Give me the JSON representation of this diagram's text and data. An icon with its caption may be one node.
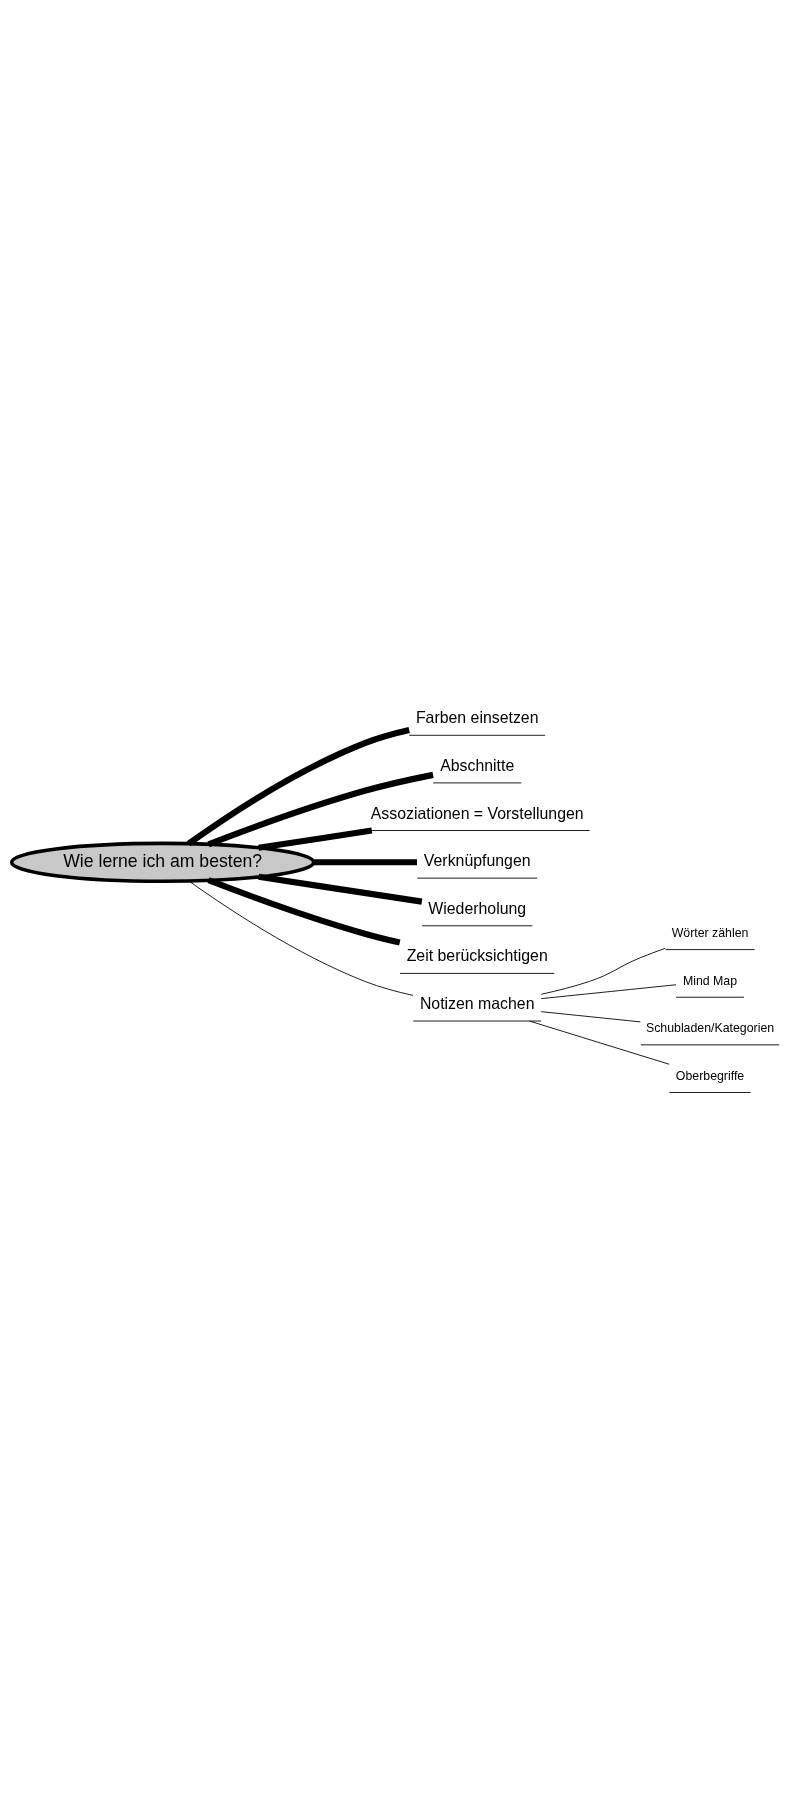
{
  "diagram": {
    "nodes": [
      {
        "text": [
          "Wie lerne ich am besten?"
        ]
      },
      {
        "text": [
          "Farben einsetzen"
        ]
      },
      {
        "text": [
          "Abschnitte"
        ]
      },
      {
        "text": [
          "Assoziationen = Vorstellungen"
        ]
      },
      {
        "text": [
          "Verknüpfungen"
        ]
      },
      {
        "text": [
          "Wiederholung"
        ]
      },
      {
        "text": [
          "Zeit berücksichtigen"
        ]
      },
      {
        "text": [
          "Notizen machen"
        ]
      },
      {
        "text": [
          "Wörter zählen"
        ]
      },
      {
        "text": [
          "Mind Map"
        ]
      },
      {
        "text": [
          "Schubladen/Kategorien"
        ]
      },
      {
        "text": [
          "Oberbegriffe"
        ]
      }
    ],
    "edges": [
      {
        "from": 0,
        "to": 1,
        "arrow": "none"
      },
      {
        "from": 0,
        "to": 2,
        "arrow": "none"
      },
      {
        "from": 0,
        "to": 3,
        "arrow": "none"
      },
      {
        "from": 0,
        "to": 4,
        "arrow": "none"
      },
      {
        "from": 0,
        "to": 5,
        "arrow": "none"
      },
      {
        "from": 0,
        "to": 6,
        "arrow": "none"
      },
      {
        "from": 0,
        "to": 7,
        "arrow": "none"
      },
      {
        "from": 7,
        "to": 8,
        "arrow": "none"
      },
      {
        "from": 7,
        "to": 9,
        "arrow": "none"
      },
      {
        "from": 7,
        "to": 10,
        "arrow": "none"
      },
      {
        "from": 7,
        "to": 11,
        "arrow": "none"
      }
    ]
  }
}
